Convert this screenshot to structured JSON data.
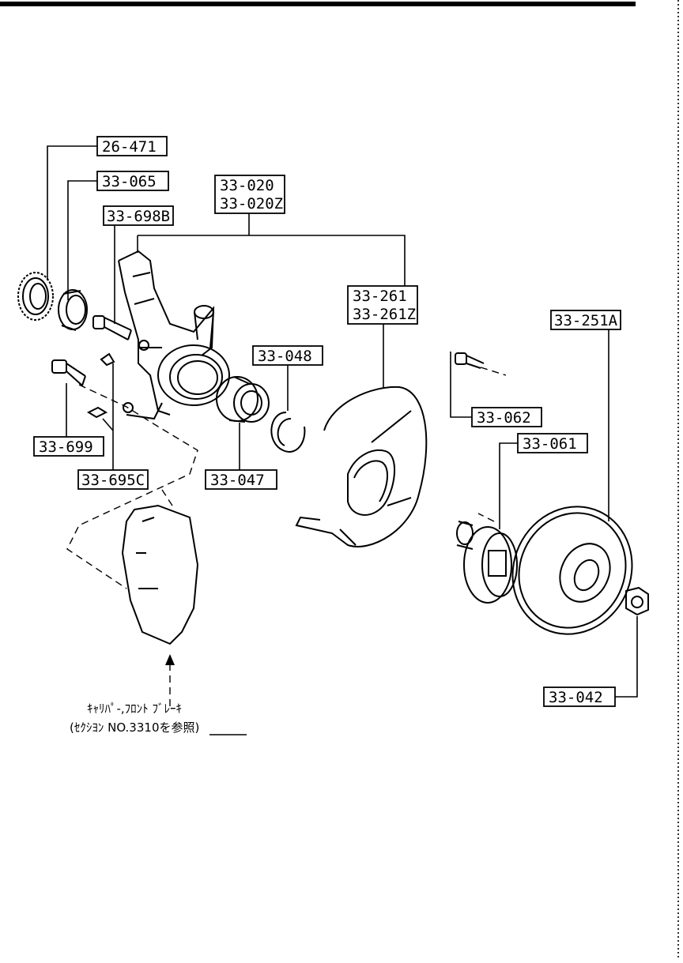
{
  "diagram": {
    "parts": {
      "p26_471": "26-471",
      "p33_065": "33-065",
      "p33_698B": "33-698B",
      "p33_020": "33-020",
      "p33_020Z": "33-020Z",
      "p33_261": "33-261",
      "p33_261Z": "33-261Z",
      "p33_048": "33-048",
      "p33_699": "33-699",
      "p33_695C": "33-695C",
      "p33_047": "33-047",
      "p33_062": "33-062",
      "p33_061": "33-061",
      "p33_251A": "33-251A",
      "p33_042": "33-042"
    },
    "note": {
      "line1": "ｷｬﾘﾊﾟ-,ﾌﾛﾝﾄ ﾌﾞﾚｰｷ",
      "line2": "(ｾｸｼﾖﾝ NO.3310を参照)"
    }
  }
}
